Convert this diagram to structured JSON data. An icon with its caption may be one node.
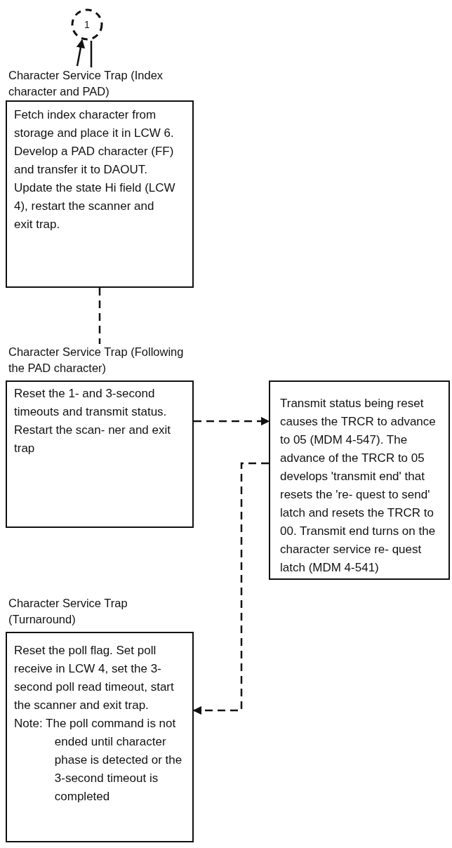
{
  "diagram": {
    "nodes": [
      {
        "text": [
          "1"
        ]
      },
      {
        "text": [
          "Character Service Trap (Index character and PAD)",
          "Fetch index character from storage and place it in LCW 6. Develop a PAD character (FF) and transfer it to DAOUT. Update the state Hi field (LCW 4), restart the scanner and exit trap."
        ]
      },
      {
        "text": [
          "Character Service Trap (Following the PAD character)",
          "Reset the 1- and 3-second timeouts and transmit status. Restart the scan- ner and exit trap"
        ]
      },
      {
        "text": [
          "Transmit status being reset causes the TRCR to advance to 05 (MDM 4-547). The advance of the TRCR to 05 develops 'transmit end' that resets the 're- quest to send' latch and resets the TRCR to 00. Transmit end turns on the character service re- quest latch (MDM 4-541)"
        ]
      },
      {
        "text": [
          "Character Service Trap (Turnaround)",
          "Reset the poll flag. Set poll receive in LCW 4, set the 3-second poll read timeout, start the scanner and exit trap.",
          "Note: The poll command is not ended until character phase is detected or the 3-second timeout is completed"
        ]
      }
    ],
    "edges": [
      {
        "from": 1,
        "to": 0,
        "arrow": "to"
      },
      {
        "from": 0,
        "to": 1,
        "arrow": "none"
      },
      {
        "from": 1,
        "to": 2,
        "arrow": "none",
        "style": "dashed"
      },
      {
        "from": 2,
        "to": 3,
        "arrow": "to",
        "style": "dashed"
      },
      {
        "from": 3,
        "to": 4,
        "arrow": "to",
        "style": "dashed"
      }
    ]
  }
}
